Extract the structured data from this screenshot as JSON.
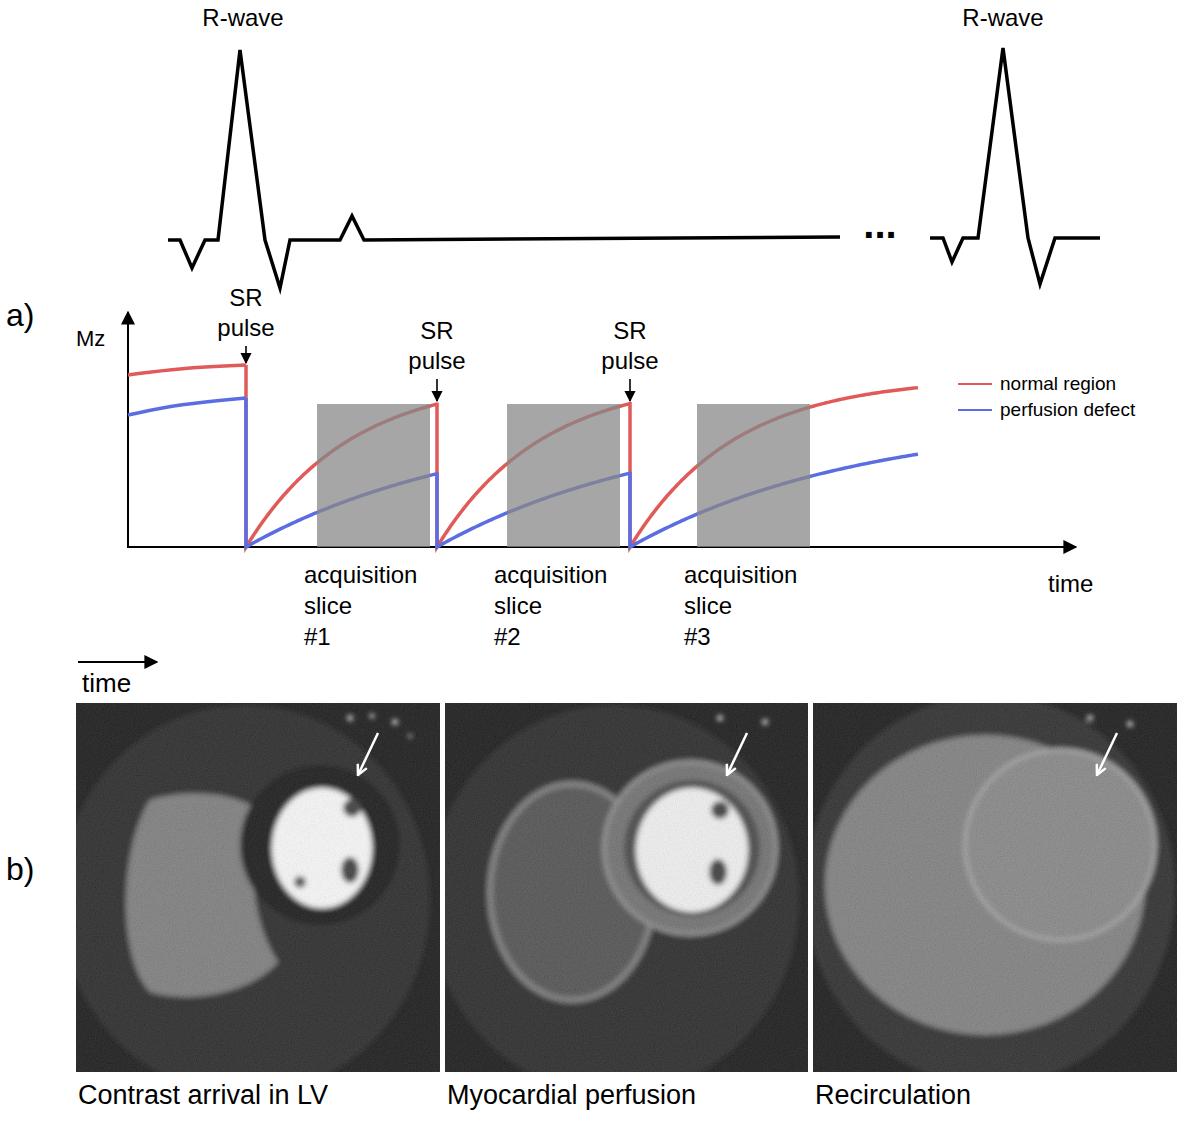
{
  "diagram": {
    "nodes": [
      {
        "text": [
          "acquisition slice #1"
        ]
      },
      {
        "text": [
          "acquisition slice #2"
        ]
      },
      {
        "text": [
          "acquisition slice #3"
        ]
      },
      {
        "text": [
          "Contrast arrival in LV"
        ]
      },
      {
        "text": [
          "Myocardial perfusion"
        ]
      },
      {
        "text": [
          "Recirculation"
        ]
      }
    ],
    "labels": [
      "R-wave",
      "...",
      "R-wave",
      "a)",
      "SR pulse",
      "SR pulse",
      "SR pulse",
      "Mz",
      "time",
      "time",
      "b)"
    ],
    "legend": [
      {
        "text": "normal region",
        "color": "#e05a5a"
      },
      {
        "text": "perfusion defect",
        "color": "#5b6ee1"
      }
    ]
  }
}
